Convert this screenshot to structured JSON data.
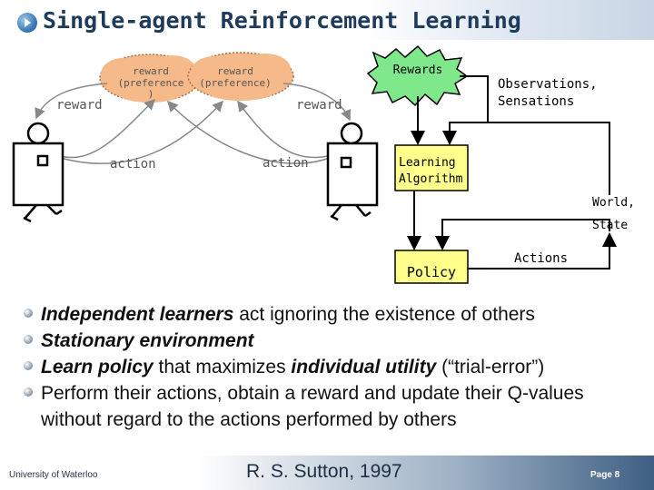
{
  "slide": {
    "title": "Single-agent Reinforcement Learning",
    "footer_left": "University of Waterloo",
    "footer_center": "R. S. Sutton, 1997",
    "footer_right": "Page 8"
  },
  "diagram": {
    "cloud_left": [
      "reward",
      "(preference",
      ")"
    ],
    "cloud_right": [
      "reward",
      "(preference)"
    ],
    "reward_left": "reward",
    "reward_right": "reward",
    "action_left": "action",
    "action_right": "action",
    "rewards_box": "Rewards",
    "observations": [
      "Observations,",
      "Sensations"
    ],
    "learning_algorithm": [
      "Learning",
      "Algorithm"
    ],
    "world_state": [
      "World,",
      "State"
    ],
    "policy": "Policy",
    "actions": "Actions"
  },
  "bullets": [
    {
      "parts": [
        {
          "text": "Independent learners",
          "style": "bi"
        },
        {
          "text": " act ignoring the existence of others",
          "style": "n"
        }
      ]
    },
    {
      "parts": [
        {
          "text": "Stationary environment",
          "style": "bi"
        }
      ]
    },
    {
      "parts": [
        {
          "text": "Learn policy",
          "style": "bi"
        },
        {
          "text": " that maximizes ",
          "style": "n"
        },
        {
          "text": "individual utility",
          "style": "bi"
        },
        {
          "text": " (“trial-error”)",
          "style": "n"
        }
      ]
    },
    {
      "parts": [
        {
          "text": "Perform their actions, obtain a reward and update their Q-values without regard to the actions performed by others",
          "style": "n"
        }
      ]
    }
  ],
  "colors": {
    "cloud": "#f5b98a",
    "rewards_star": "#7fe88a",
    "learning_box": "#ffff8c",
    "policy_box": "#ffff8c",
    "title_text": "#1f3b5c"
  }
}
